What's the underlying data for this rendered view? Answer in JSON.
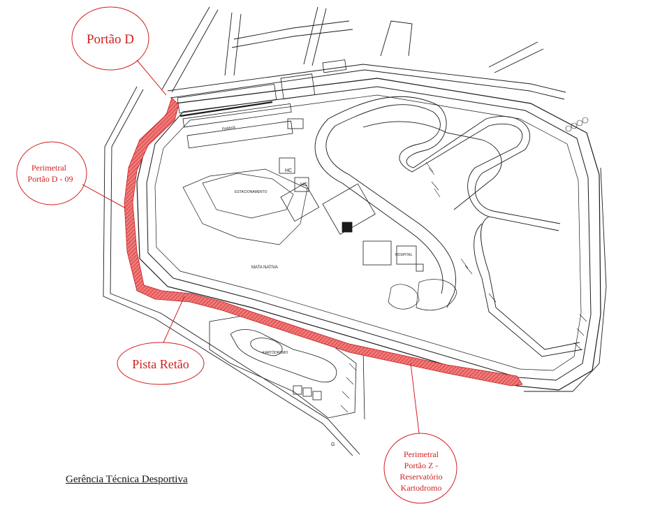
{
  "callouts": {
    "portao_d": "Portão D",
    "perimetral_d": [
      "Perimetral",
      "Portão D - 09"
    ],
    "pista_retao": "Pista Retão",
    "perimetral_z": [
      "Perimetral",
      "Portão Z -",
      "Reservatório",
      "Kartodromo"
    ]
  },
  "map_labels": {
    "paddock": "Paddock",
    "hc1": "HC",
    "hc2": "HC",
    "estacionamento": "ESTACIONAMENTO",
    "mata_nativa": "MATA NATIVA",
    "hospital": "HOSPITAL",
    "kartodromo": "KARTÓDROMO",
    "g": "G"
  },
  "footer": {
    "title": "Gerência Técnica Desportiva"
  },
  "colors": {
    "highlight": "#e23a3a",
    "callout": "#d21f1f",
    "line": "#1a1a1a"
  }
}
